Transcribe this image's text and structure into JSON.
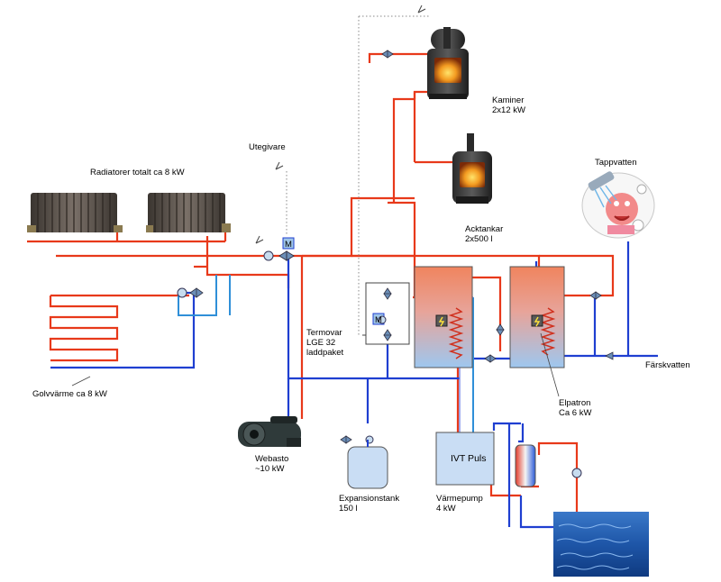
{
  "labels": {
    "radiators": "Radiatorer totalt ca 8 kW",
    "outdoor_sensor": "Utegivare",
    "kaminer_1": "Kaminer",
    "kaminer_2": "2x12 kW",
    "tappvatten": "Tappvatten",
    "acktankar_1": "Acktankar",
    "acktankar_2": "2x500 l",
    "termovar_1": "Termovar",
    "termovar_2": "LGE 32",
    "termovar_3": "laddpaket",
    "floor_heating": "Golvvärme ca 8 kW",
    "elpatron_1": "Elpatron",
    "elpatron_2": "Ca 6 kW",
    "fresh_water": "Färskvatten",
    "webasto_1": "Webasto",
    "webasto_2": "~10 kW",
    "exp_tank_1": "Expansionstank",
    "exp_tank_2": "150 l",
    "heat_pump_1": "Värmepump",
    "heat_pump_2": "4 kW",
    "ivt": "IVT Puls",
    "motor_m1": "M",
    "motor_m2": "M"
  },
  "colors": {
    "hot_pipe": "#e8391a",
    "cold_pipe": "#1f3fd1",
    "light_blue_pipe": "#2f8fd8",
    "tank_top": "#f08660",
    "tank_bottom": "#9ec7ef",
    "coil": "#e03a2a",
    "ivt_box": "#c9ddf4",
    "exp_tank": "#c9ddf4",
    "valve": "#6b8fb8"
  },
  "icons": [
    "stove-icon",
    "radiator-icon",
    "shower-icon",
    "sensor-icon",
    "motor-valve-icon",
    "heater-element-icon",
    "circulation-pump-icon",
    "check-valve-icon",
    "water-icon",
    "generator-icon"
  ]
}
